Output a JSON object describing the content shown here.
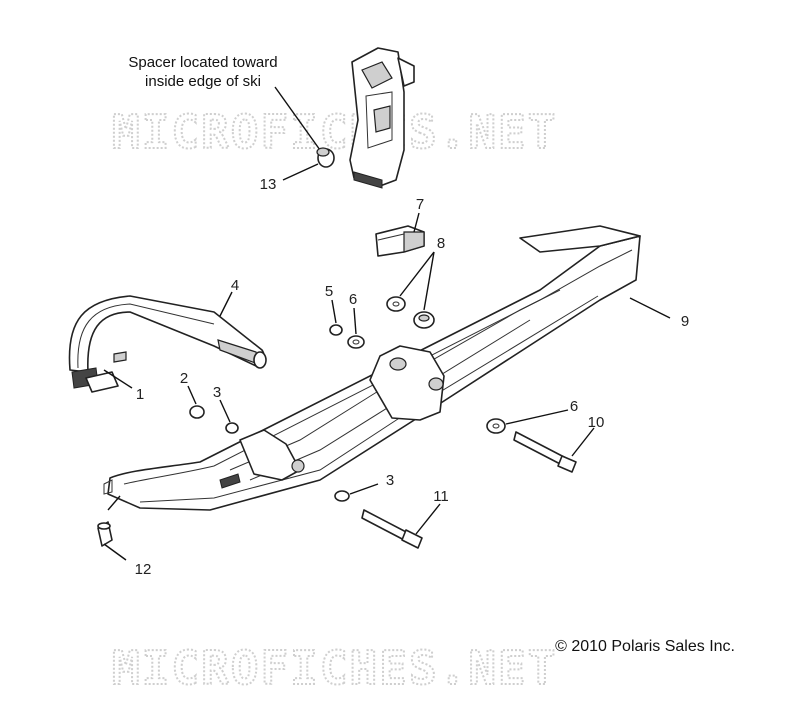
{
  "watermark": "MICROFICHES.NET",
  "note": {
    "line1": "Spacer located toward",
    "line2": "inside edge of ski"
  },
  "copyright": "© 2010 Polaris Sales Inc.",
  "callouts": [
    {
      "id": "1",
      "text": "1"
    },
    {
      "id": "2",
      "text": "2"
    },
    {
      "id": "3a",
      "text": "3"
    },
    {
      "id": "3b",
      "text": "3"
    },
    {
      "id": "4",
      "text": "4"
    },
    {
      "id": "5",
      "text": "5"
    },
    {
      "id": "6a",
      "text": "6"
    },
    {
      "id": "6b",
      "text": "6"
    },
    {
      "id": "7",
      "text": "7"
    },
    {
      "id": "8",
      "text": "8"
    },
    {
      "id": "9",
      "text": "9"
    },
    {
      "id": "10",
      "text": "10"
    },
    {
      "id": "11",
      "text": "11"
    },
    {
      "id": "12",
      "text": "12"
    },
    {
      "id": "13",
      "text": "13"
    }
  ]
}
